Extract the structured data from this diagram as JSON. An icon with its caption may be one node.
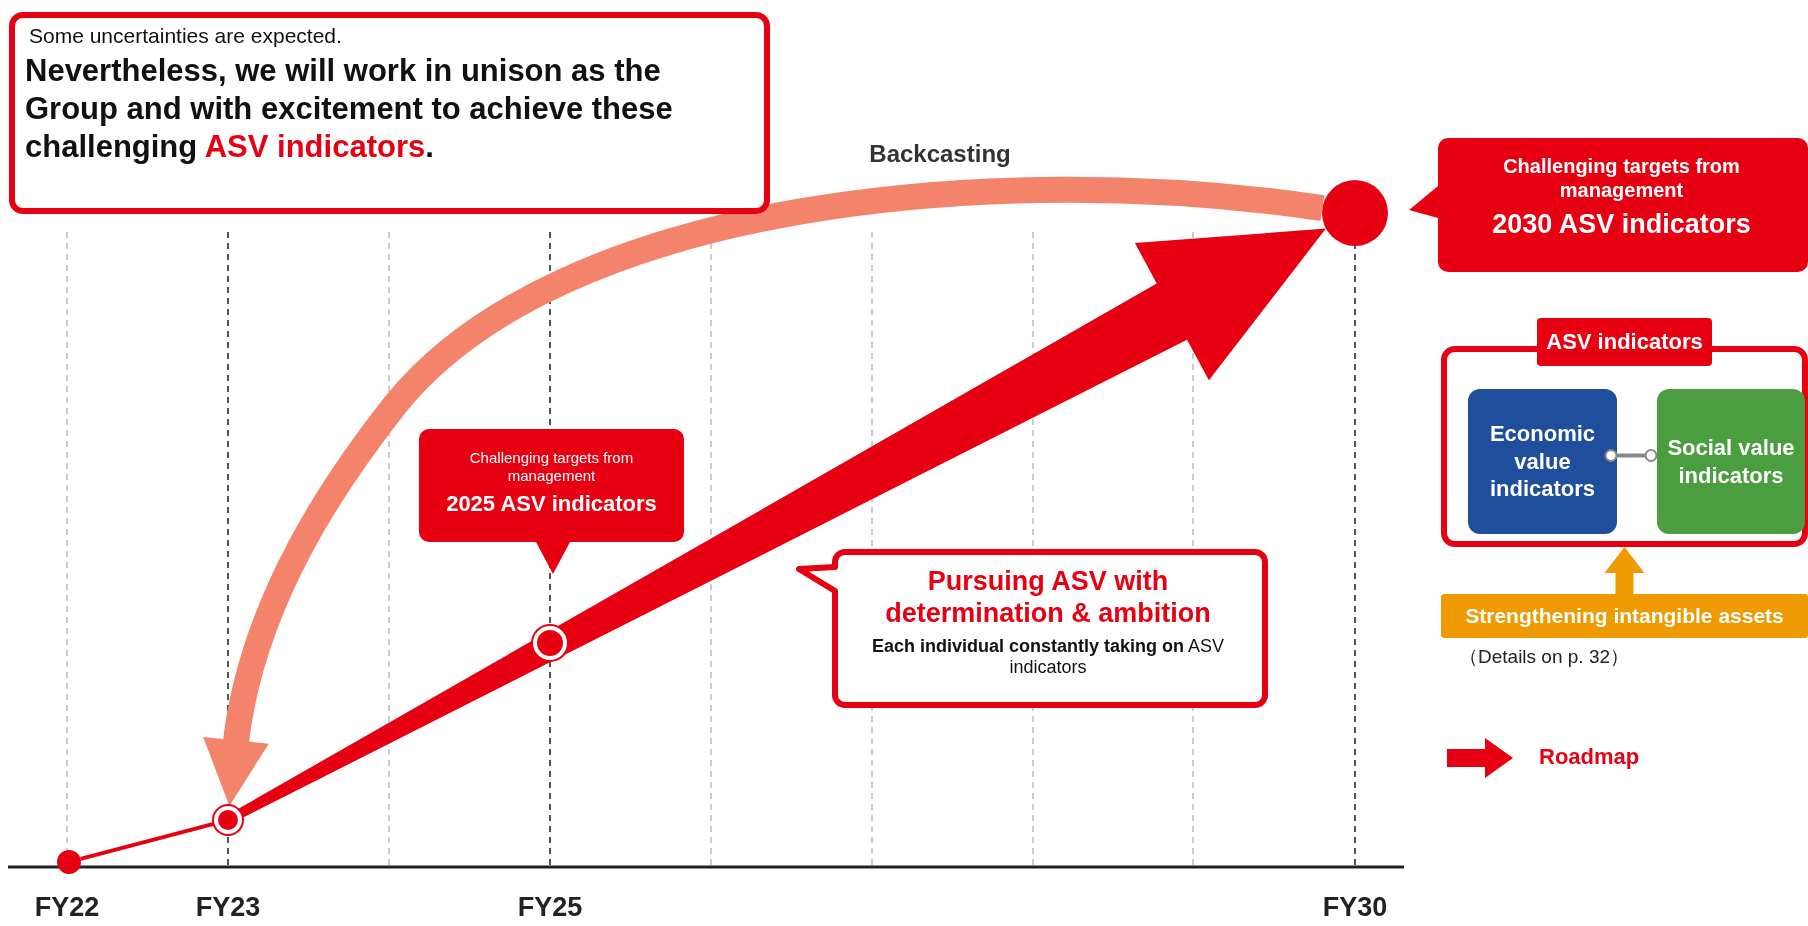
{
  "diagram": {
    "nodes": [
      {
        "text": [
          "Some uncertainties are expected.",
          "Nevertheless, we will work in unison as the Group and with excitement to achieve these challenging *ASV indicators*."
        ]
      },
      {
        "text": [],
        "shape": "circle"
      },
      {
        "text": [
          "Challenging targets from management",
          "2030 ASV indicators"
        ]
      },
      {
        "text": [
          "ASV indicators"
        ]
      },
      {
        "text": [
          "Economic value indicators"
        ],
        "in": 3
      },
      {
        "text": [
          "Social value indicators"
        ],
        "in": 3
      },
      {
        "text": [
          "Strengthening intangible assets"
        ],
        "beside": [
          "（Details on p. 32）"
        ]
      },
      {
        "text": [
          "Challenging targets from management",
          "2025 ASV indicators"
        ]
      },
      {
        "text": [],
        "shape": "circle"
      },
      {
        "text": [],
        "shape": "circle"
      },
      {
        "text": [],
        "shape": "circle"
      },
      {
        "text": [
          "Pursuing ASV with determination & ambition",
          "**Each individual constantly taking on** ASV indicators"
        ]
      }
    ],
    "edges": [
      {
        "from": 10,
        "to": 9,
        "arrow": "none"
      },
      {
        "from": 9,
        "to": 1,
        "arrow": "to",
        "style": "thick"
      },
      {
        "from": 1,
        "to": 9,
        "arrow": "to",
        "style": "thick",
        "color": "#f4836b",
        "label": "Backcasting"
      },
      {
        "from": 4,
        "to": 5,
        "arrow": "other",
        "color": "#888888"
      },
      {
        "from": 6,
        "to": 3,
        "arrow": "to",
        "style": "thick",
        "color": "#ee9a00"
      }
    ],
    "labels": [
      "FY22",
      "FY23",
      "FY25",
      "FY30"
    ],
    "legend": [
      {
        "text": "Roadmap"
      }
    ]
  }
}
